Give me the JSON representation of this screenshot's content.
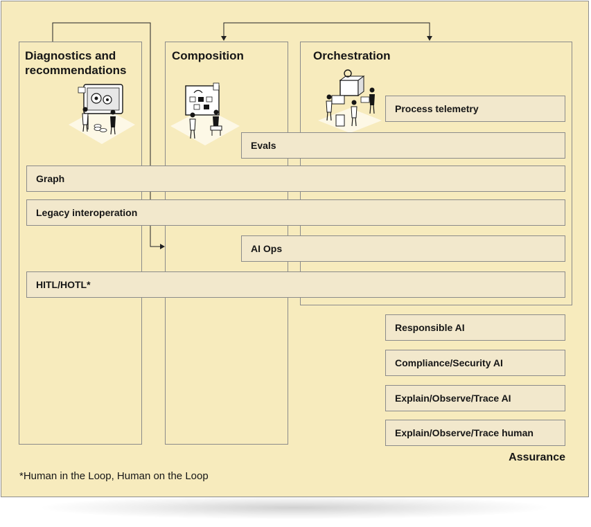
{
  "columns": {
    "diagnostics": "Diagnostics and recommendations",
    "composition": "Composition",
    "orchestration": "Orchestration"
  },
  "bars": {
    "process_telemetry": "Process telemetry",
    "evals": "Evals",
    "graph": "Graph",
    "legacy_interoperation": "Legacy interoperation",
    "ai_ops": "AI Ops",
    "hitl_hotl": "HITL/HOTL*",
    "responsible_ai": "Responsible AI",
    "compliance_security_ai": "Compliance/Security AI",
    "explain_observe_trace_ai": "Explain/Observe/Trace AI",
    "explain_observe_trace_human": "Explain/Observe/Trace human"
  },
  "assurance_label": "Assurance",
  "footnote": "*Human in the Loop, Human on the Loop",
  "colors": {
    "background": "#f7ebbd",
    "bar_fill": "#f2e8cc",
    "border": "#8a8a8a",
    "text": "#161616"
  }
}
